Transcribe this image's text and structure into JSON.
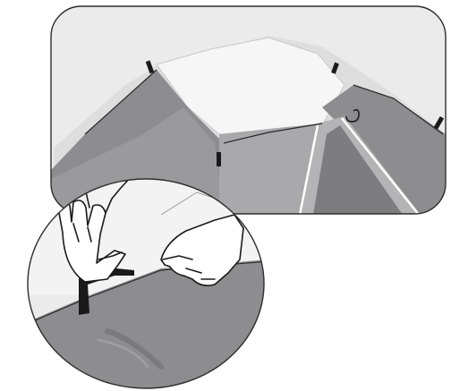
{
  "illustration": {
    "colors": {
      "background": "#ffffff",
      "panel_fill": "#ebebec",
      "fabric_dark": "#8d8c8e",
      "fabric_mid": "#a9a8aa",
      "fabric_light": "#dedede",
      "line": "#1a1a1a",
      "hand_fill": "#ffffff"
    },
    "icons": [
      "tent-overview",
      "detail-magnifier",
      "hands",
      "fastening-strap",
      "hook"
    ]
  }
}
